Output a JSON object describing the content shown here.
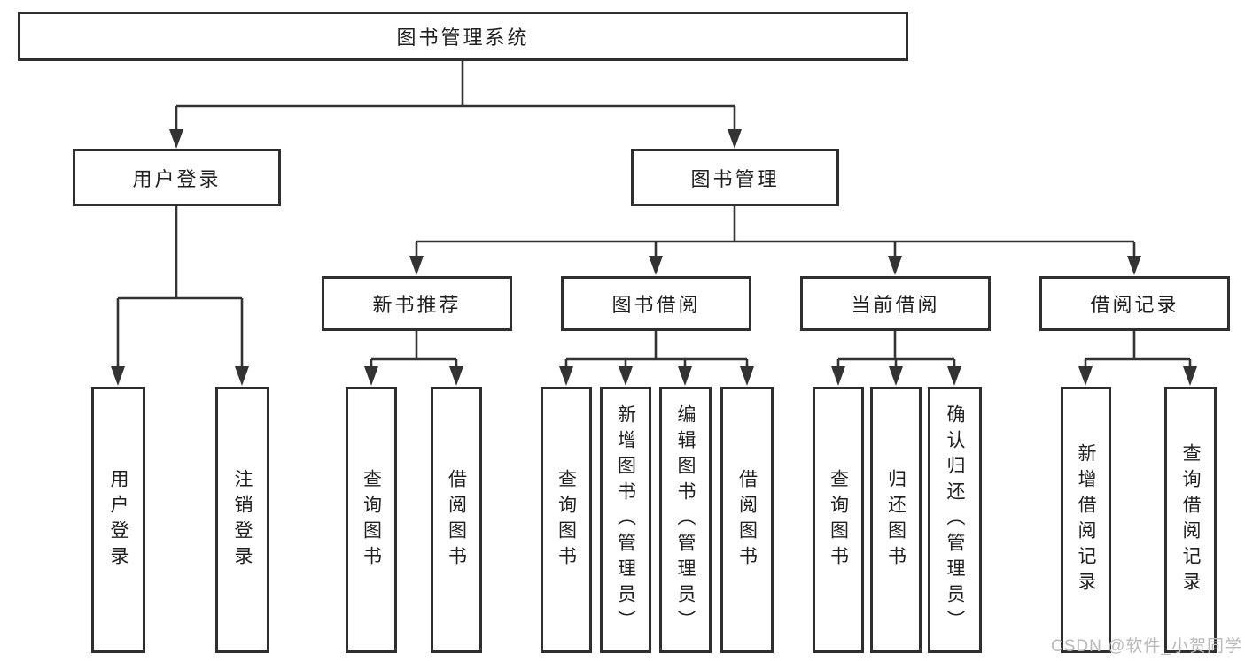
{
  "diagram": {
    "title": "图书管理系统",
    "tree": {
      "root": {
        "label": "图书管理系统"
      },
      "level2": [
        {
          "label": "用户登录"
        },
        {
          "label": "图书管理"
        }
      ],
      "level3": [
        {
          "label": "新书推荐",
          "parent": "图书管理"
        },
        {
          "label": "图书借阅",
          "parent": "图书管理"
        },
        {
          "label": "当前借阅",
          "parent": "图书管理"
        },
        {
          "label": "借阅记录",
          "parent": "图书管理"
        }
      ],
      "leaves": [
        {
          "label": "用户登录",
          "parent": "用户登录"
        },
        {
          "label": "注销登录",
          "parent": "用户登录"
        },
        {
          "label": "查询图书",
          "parent": "新书推荐"
        },
        {
          "label": "借阅图书",
          "parent": "新书推荐"
        },
        {
          "label": "查询图书",
          "parent": "图书借阅"
        },
        {
          "label": "新增图书（管理员）",
          "parent": "图书借阅"
        },
        {
          "label": "编辑图书（管理员）",
          "parent": "图书借阅"
        },
        {
          "label": "借阅图书",
          "parent": "图书借阅"
        },
        {
          "label": "查询图书",
          "parent": "当前借阅"
        },
        {
          "label": "归还图书",
          "parent": "当前借阅"
        },
        {
          "label": "确认归还（管理员）",
          "parent": "当前借阅"
        },
        {
          "label": "新增借阅记录",
          "parent": "借阅记录"
        },
        {
          "label": "查询借阅记录",
          "parent": "借阅记录"
        }
      ]
    },
    "colors": {
      "line": "#333333",
      "box_border": "#2f2f2f",
      "text": "#1f1f1f",
      "background": "#ffffff",
      "watermark": "#b9b9b9"
    }
  },
  "watermark": {
    "text": "CSDN @软件_小贺同学"
  }
}
